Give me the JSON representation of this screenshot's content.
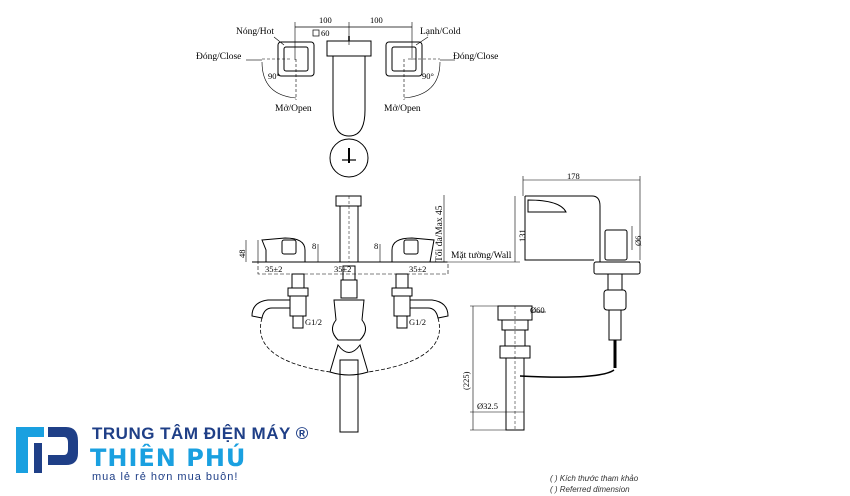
{
  "top_view": {
    "dim_left": "100",
    "dim_right": "100",
    "dim_square": "60",
    "hot": "Nóng/Hot",
    "cold": "Lạnh/Cold",
    "close_left": "Đóng/Close",
    "close_right": "Đóng/Close",
    "open_left": "Mở/Open",
    "open_right": "Mở/Open",
    "angle_left": "90°",
    "angle_right": "90°"
  },
  "front_view": {
    "h48": "48",
    "d8_left": "8",
    "d8_right": "8",
    "max": "Tối đa/Max 45",
    "wall": "Mặt tường/Wall",
    "d35_left": "35±2",
    "d35_mid": "35±2",
    "d35_right": "35±2",
    "g_left": "G1/2",
    "g_right": "G1/2"
  },
  "side_view": {
    "d178": "178",
    "d131": "131",
    "d6": "Ø6",
    "d60": "Ø60",
    "d225": "(225)",
    "d32": "Ø32.5"
  },
  "logo": {
    "line1": "TRUNG TÂM ĐIỆN MÁY ®",
    "line2": "THIÊN PHÚ",
    "line3": "mua lẻ rẻ hơn mua buôn!"
  },
  "notes": {
    "vi": "( ) Kích thước tham khảo",
    "en": "( ) Referred dimension"
  },
  "colors": {
    "brand_dark": "#1f3f87",
    "brand_light": "#1aa0e0"
  }
}
